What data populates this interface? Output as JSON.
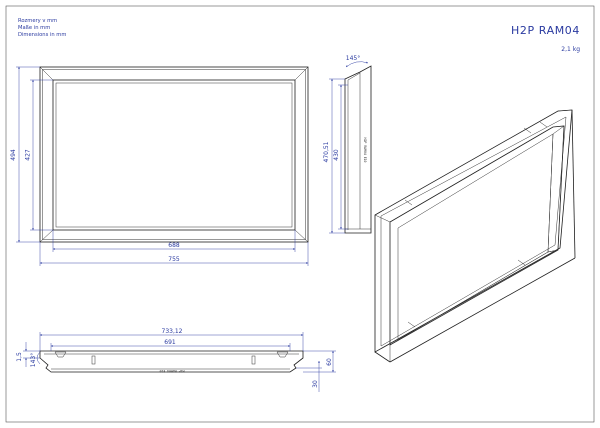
{
  "units_note": [
    "Rozmery v mm",
    "Maße in mm",
    "Dimensions in mm"
  ],
  "title": "H2P RAM04",
  "weight": "2,1 kg",
  "stamp": "H2P RAM04 E10",
  "front_view": {
    "inner_width": "688",
    "outer_width": "755",
    "outer_height": "494",
    "inner_height": "427"
  },
  "side_view": {
    "angle": "145°",
    "outer_height": "470,51",
    "inner_height": "430"
  },
  "bottom_view": {
    "overall_length": "733,12",
    "inner_length": "691",
    "angle": "143°",
    "thickness": "1,5",
    "depth": "60",
    "lip": "30"
  }
}
